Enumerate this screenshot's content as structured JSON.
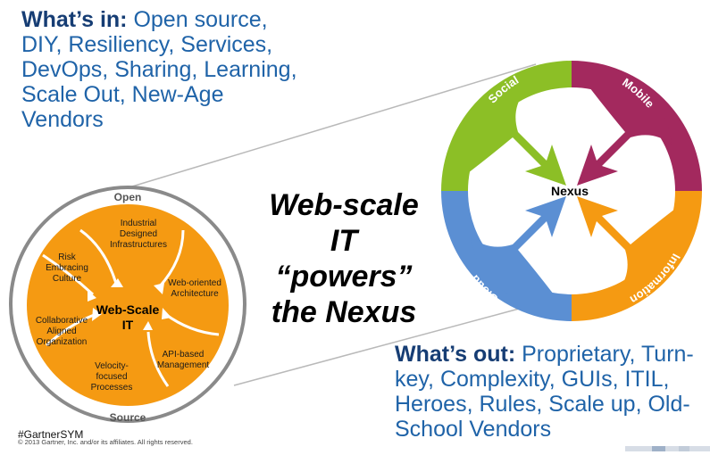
{
  "whats_in": {
    "label": "What’s in:",
    "text": " Open source, DIY, Resiliency, Services, DevOps, Sharing, Learning, Scale Out, New-Age Vendors"
  },
  "whats_out": {
    "label": "What’s out:",
    "text": " Proprietary, Turn-key, Complexity, GUIs, ITIL, Heroes, Rules, Scale up, Old-School Vendors"
  },
  "center_title": {
    "line1": "Web-scale",
    "line2": "IT",
    "line3": "“powers”",
    "line4": "the Nexus"
  },
  "left_diagram": {
    "top_label": "Open",
    "bottom_label": "Source",
    "center_line1": "Web-Scale",
    "center_line2": "IT",
    "items": [
      {
        "l1": "Industrial",
        "l2": "Designed",
        "l3": "Infrastructures"
      },
      {
        "l1": "Web-oriented",
        "l2": "Architecture",
        "l3": ""
      },
      {
        "l1": "API-based",
        "l2": "Management",
        "l3": ""
      },
      {
        "l1": "Velocity-",
        "l2": "focused",
        "l3": "Processes"
      },
      {
        "l1": "Collaborative",
        "l2": "Aligned",
        "l3": "Organization"
      },
      {
        "l1": "Risk",
        "l2": "Embracing",
        "l3": "Culture"
      }
    ],
    "colors": {
      "orange": "#f59a12",
      "ring": "#8a8a8a"
    }
  },
  "nexus": {
    "center": "Nexus",
    "segments": {
      "social": "Social",
      "mobile": "Mobile",
      "information": "Information",
      "cloud": "Cloud"
    },
    "colors": {
      "social": "#8cbf26",
      "mobile": "#a3295e",
      "information": "#f59a12",
      "cloud": "#5b8fd3"
    }
  },
  "footer": {
    "tag": "#GartnerSYM",
    "copyright": "© 2013 Gartner, Inc. and/or its affiliates. All rights reserved."
  }
}
